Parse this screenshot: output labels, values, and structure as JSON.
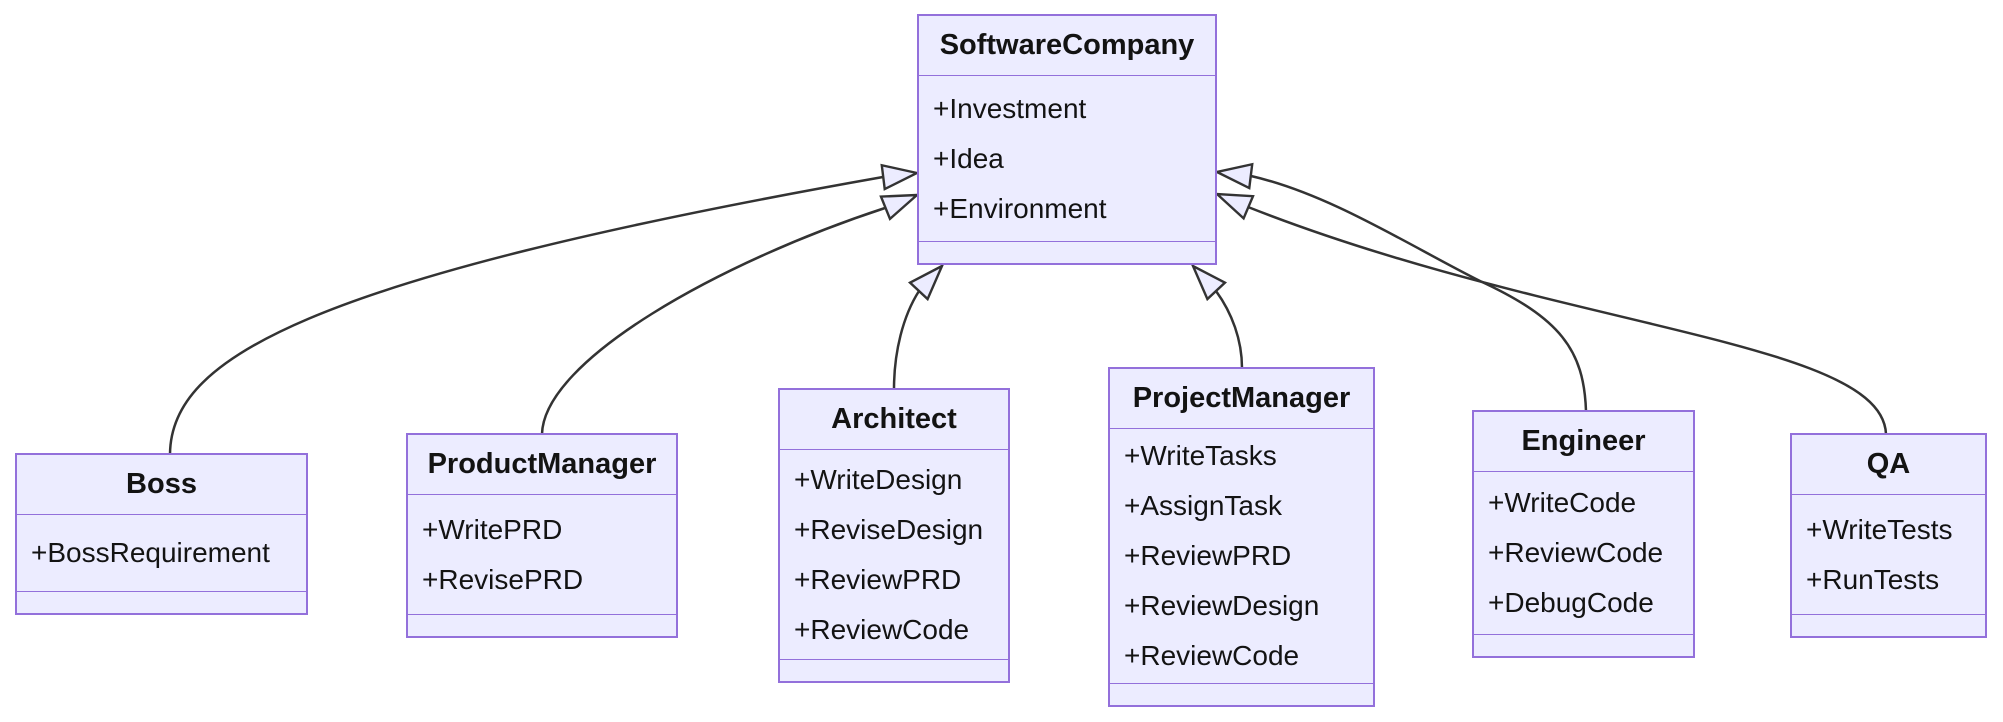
{
  "diagram": {
    "type": "uml-class-diagram",
    "colors": {
      "background": "#ffffff",
      "node_fill": "#ECECFF",
      "node_border": "#9370DB",
      "edge": "#333333",
      "text": "#131313"
    },
    "classes": [
      {
        "name": "SoftwareCompany",
        "attributes": [
          "+Investment",
          "+Idea",
          "+Environment"
        ],
        "methods": []
      },
      {
        "name": "Boss",
        "attributes": [
          "+BossRequirement"
        ],
        "methods": []
      },
      {
        "name": "ProductManager",
        "attributes": [
          "+WritePRD",
          "+RevisePRD"
        ],
        "methods": []
      },
      {
        "name": "Architect",
        "attributes": [
          "+WriteDesign",
          "+ReviseDesign",
          "+ReviewPRD",
          "+ReviewCode"
        ],
        "methods": []
      },
      {
        "name": "ProjectManager",
        "attributes": [
          "+WriteTasks",
          "+AssignTask",
          "+ReviewPRD",
          "+ReviewDesign",
          "+ReviewCode"
        ],
        "methods": []
      },
      {
        "name": "Engineer",
        "attributes": [
          "+WriteCode",
          "+ReviewCode",
          "+DebugCode"
        ],
        "methods": []
      },
      {
        "name": "QA",
        "attributes": [
          "+WriteTests",
          "+RunTests"
        ],
        "methods": []
      }
    ],
    "relations": [
      {
        "from": "Boss",
        "to": "SoftwareCompany",
        "type": "inheritance"
      },
      {
        "from": "ProductManager",
        "to": "SoftwareCompany",
        "type": "inheritance"
      },
      {
        "from": "Architect",
        "to": "SoftwareCompany",
        "type": "inheritance"
      },
      {
        "from": "ProjectManager",
        "to": "SoftwareCompany",
        "type": "inheritance"
      },
      {
        "from": "Engineer",
        "to": "SoftwareCompany",
        "type": "inheritance"
      },
      {
        "from": "QA",
        "to": "SoftwareCompany",
        "type": "inheritance"
      }
    ]
  }
}
